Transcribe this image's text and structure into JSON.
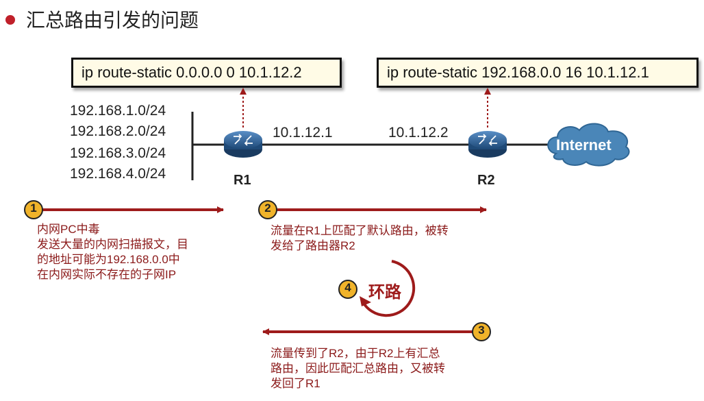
{
  "title": "汇总路由引发的问题",
  "commands": {
    "r1": "ip route-static 0.0.0.0 0 10.1.12.2",
    "r2": "ip route-static 192.168.0.0 16 10.1.12.1"
  },
  "networks": [
    "192.168.1.0/24",
    "192.168.2.0/24",
    "192.168.3.0/24",
    "192.168.4.0/24"
  ],
  "links": {
    "r1_ip": "10.1.12.1",
    "r2_ip": "10.1.12.2"
  },
  "routers": {
    "r1": "R1",
    "r2": "R2"
  },
  "cloud": "Internet",
  "steps": [
    {
      "num": "1",
      "lines": [
        "内网PC中毒",
        "发送大量的内网扫描报文，目",
        "的地址可能为192.168.0.0中",
        "在内网实际不存在的子网IP"
      ]
    },
    {
      "num": "2",
      "lines": [
        "流量在R1上匹配了默认路由，被转",
        "发给了路由器R2"
      ]
    },
    {
      "num": "3",
      "lines": [
        "流量传到了R2，由于R2上有汇总",
        "路由，因此匹配汇总路由，又被转",
        "发回了R1"
      ]
    },
    {
      "num": "4",
      "label": "环路"
    }
  ],
  "colors": {
    "arrow": "#9e1b1b",
    "badge": "#f0b32a",
    "router": "#2d5a8c",
    "cloud": "#4a86b8"
  }
}
